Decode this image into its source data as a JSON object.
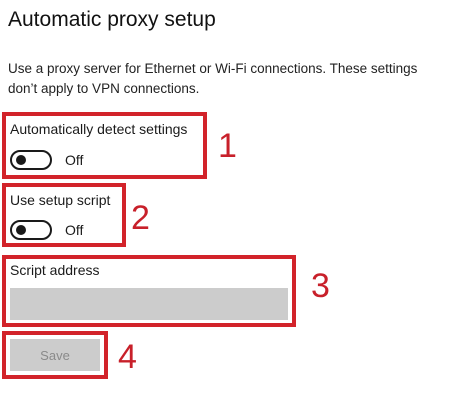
{
  "section": {
    "title": "Automatic proxy setup",
    "description_line1": "Use a proxy server for Ethernet or Wi-Fi connections. These settings",
    "description_line2": "don’t apply to VPN connections."
  },
  "auto_detect": {
    "label": "Automatically detect settings",
    "state": "Off",
    "on": false
  },
  "setup_script": {
    "label": "Use setup script",
    "state": "Off",
    "on": false
  },
  "script_address": {
    "label": "Script address",
    "value": ""
  },
  "save_button": {
    "label": "Save",
    "enabled": false
  },
  "annotations": {
    "marker_1": "1",
    "marker_2": "2",
    "marker_3": "3",
    "marker_4": "4",
    "color": "#d2232a"
  }
}
